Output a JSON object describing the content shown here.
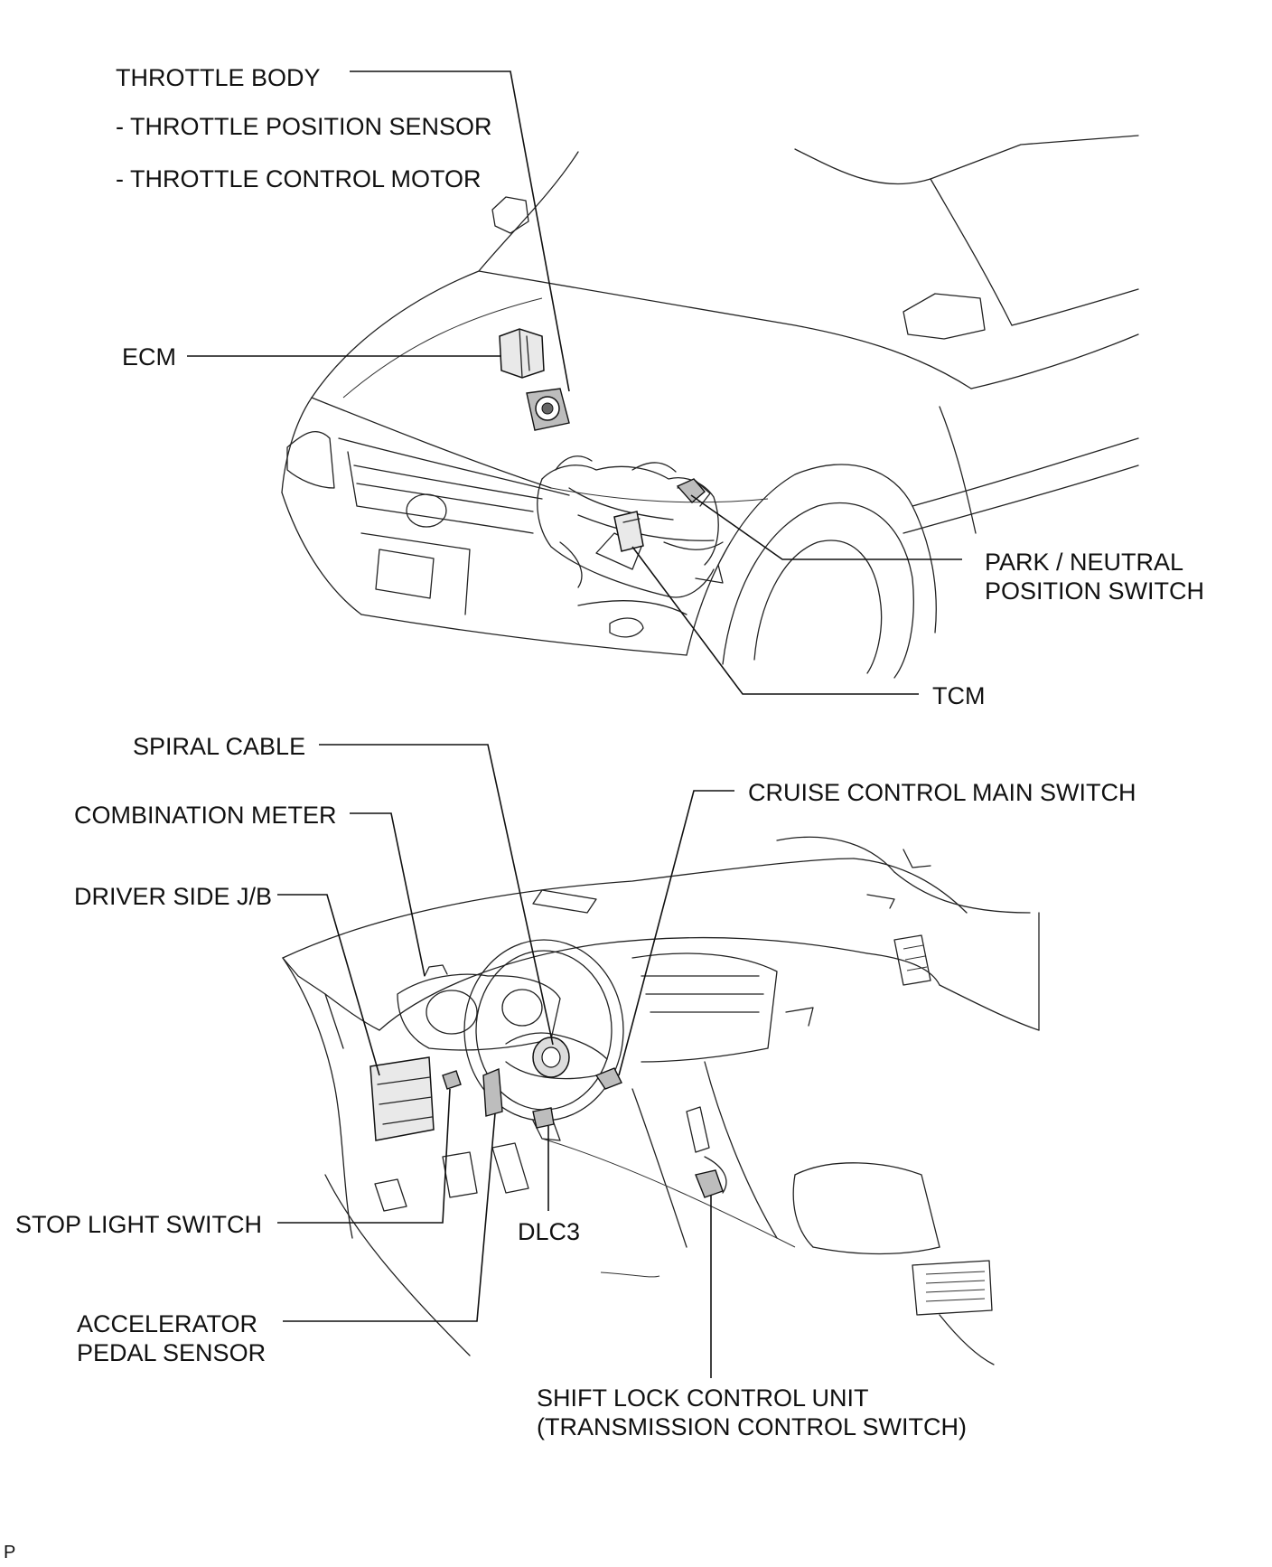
{
  "labels": {
    "throttle_body": "THROTTLE BODY",
    "throttle_position_sensor": "- THROTTLE POSITION SENSOR",
    "throttle_control_motor": "- THROTTLE CONTROL MOTOR",
    "ecm": "ECM",
    "park_neutral_line1": "PARK / NEUTRAL",
    "park_neutral_line2": "POSITION SWITCH",
    "tcm": "TCM",
    "spiral_cable": "SPIRAL CABLE",
    "cruise_control_main_switch": "CRUISE CONTROL MAIN SWITCH",
    "combination_meter": "COMBINATION METER",
    "driver_side_jb": "DRIVER SIDE J/B",
    "stop_light_switch": "STOP LIGHT SWITCH",
    "dlc3": "DLC3",
    "accelerator_line1": "ACCELERATOR",
    "accelerator_line2": "PEDAL SENSOR",
    "shift_lock_line1": "SHIFT LOCK CONTROL UNIT",
    "shift_lock_line2": "(TRANSMISSION CONTROL SWITCH)",
    "corner_mark": "P"
  }
}
